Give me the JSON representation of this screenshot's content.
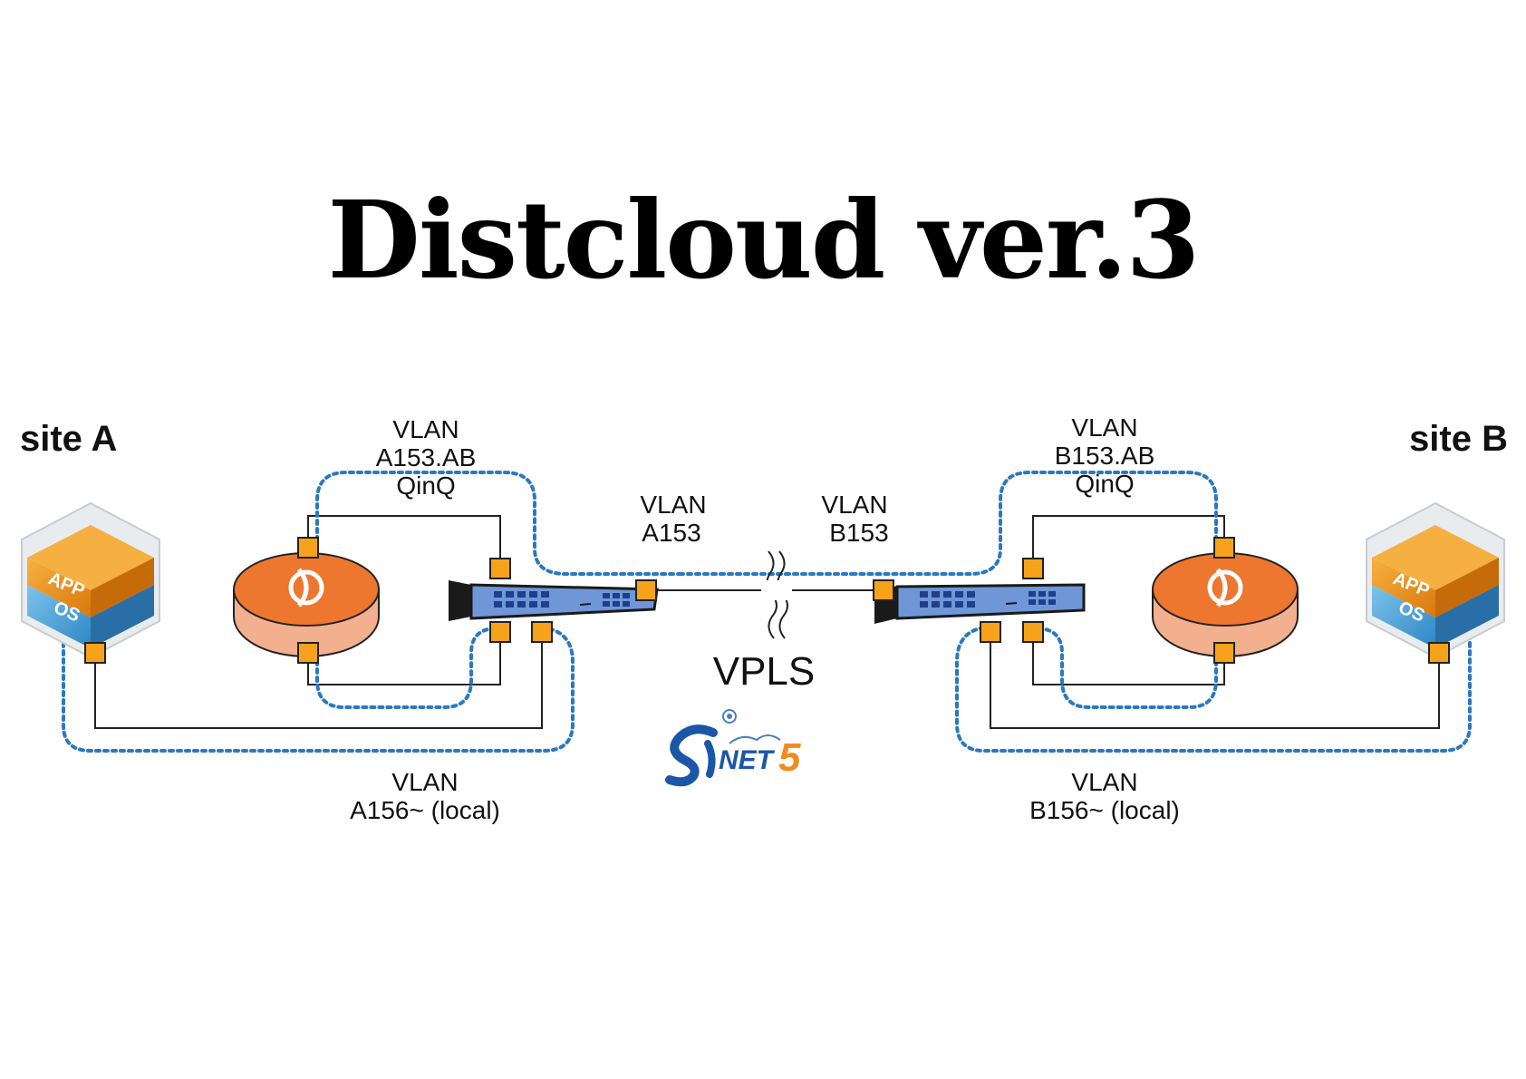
{
  "title": "Distcloud ver.3",
  "site_a": {
    "label": "site A",
    "vm_app": "APP",
    "vm_os": "OS",
    "qinq_label": [
      "VLAN",
      "A153.AB",
      "QinQ"
    ],
    "wan_label": [
      "VLAN",
      "A153"
    ],
    "local_label": [
      "VLAN",
      "A156~ (local)"
    ]
  },
  "site_b": {
    "label": "site B",
    "vm_app": "APP",
    "vm_os": "OS",
    "qinq_label": [
      "VLAN",
      "B153.AB",
      "QinQ"
    ],
    "wan_label": [
      "VLAN",
      "B153"
    ],
    "local_label": [
      "VLAN",
      "B156~ (local)"
    ]
  },
  "center": {
    "vpls_label": "VPLS",
    "logo_text": "SINET5"
  },
  "colors": {
    "port": "#f7a21b",
    "vlan_dotted": "#2b78c2",
    "router": "#ee7730",
    "switch": "#6f96d6",
    "vm_app": "#f08a1d",
    "vm_os": "#4aa3d8"
  }
}
